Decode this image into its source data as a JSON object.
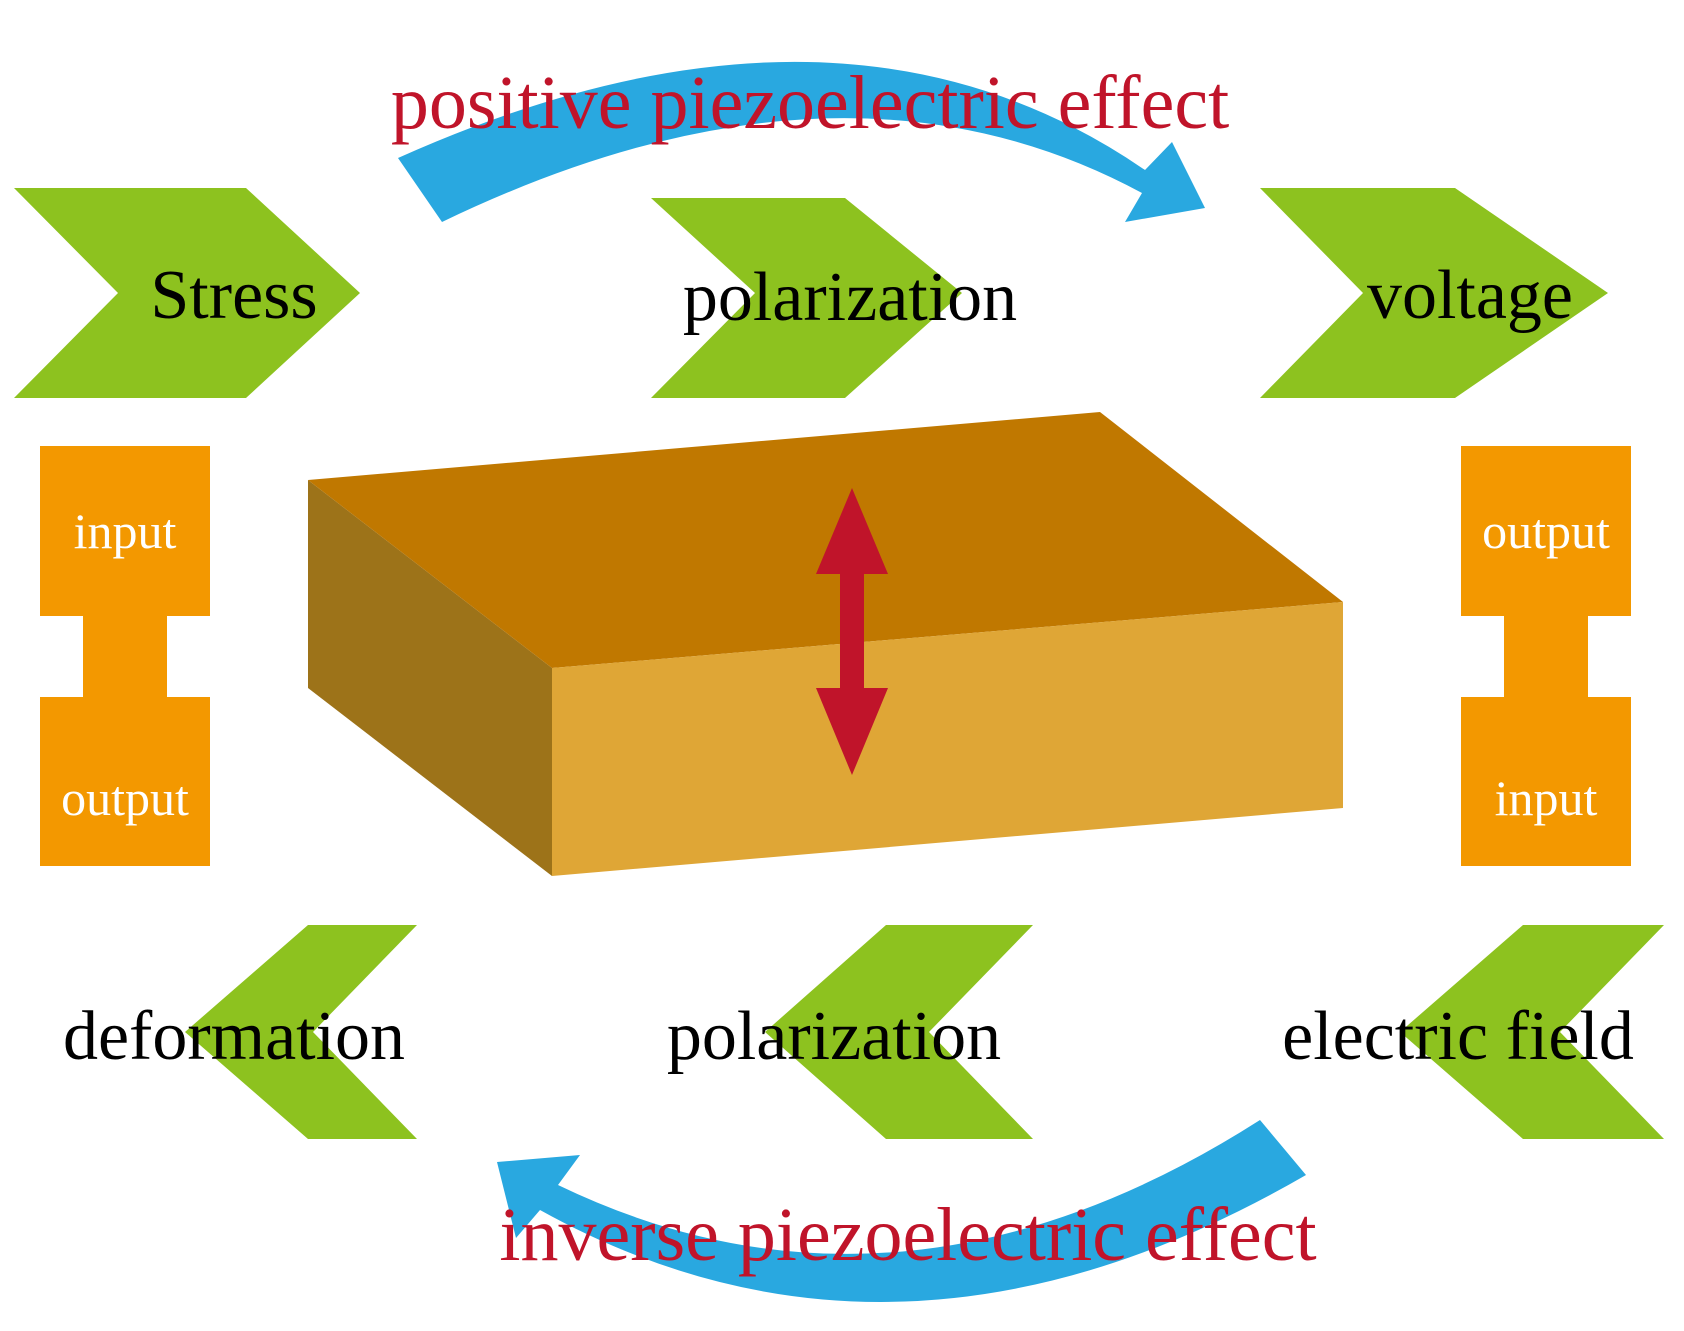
{
  "diagram": {
    "top_effect": {
      "label": "positive piezoelectric effect"
    },
    "bottom_effect": {
      "label": "inverse piezoelectric effect"
    },
    "top_row": [
      {
        "label": "Stress"
      },
      {
        "label": "polarization"
      },
      {
        "label": "voltage"
      }
    ],
    "bottom_row": [
      {
        "label": "deformation"
      },
      {
        "label": "polarization"
      },
      {
        "label": "electric field"
      }
    ],
    "left_io": {
      "top": "input",
      "bottom": "output"
    },
    "right_io": {
      "top": "output",
      "bottom": "input"
    }
  },
  "colors": {
    "chevron_green": "#8dc21f",
    "io_orange": "#f39800",
    "curve_blue": "#29a8e0",
    "effect_red": "#c0142a",
    "block_top": "#c07800",
    "block_front": "#dfa636",
    "block_side": "#9d7319",
    "polarization_arrow": "#c0142a"
  },
  "icons": {
    "block": "piezoelectric-block-icon",
    "arrow": "double-headed-arrow-icon"
  }
}
